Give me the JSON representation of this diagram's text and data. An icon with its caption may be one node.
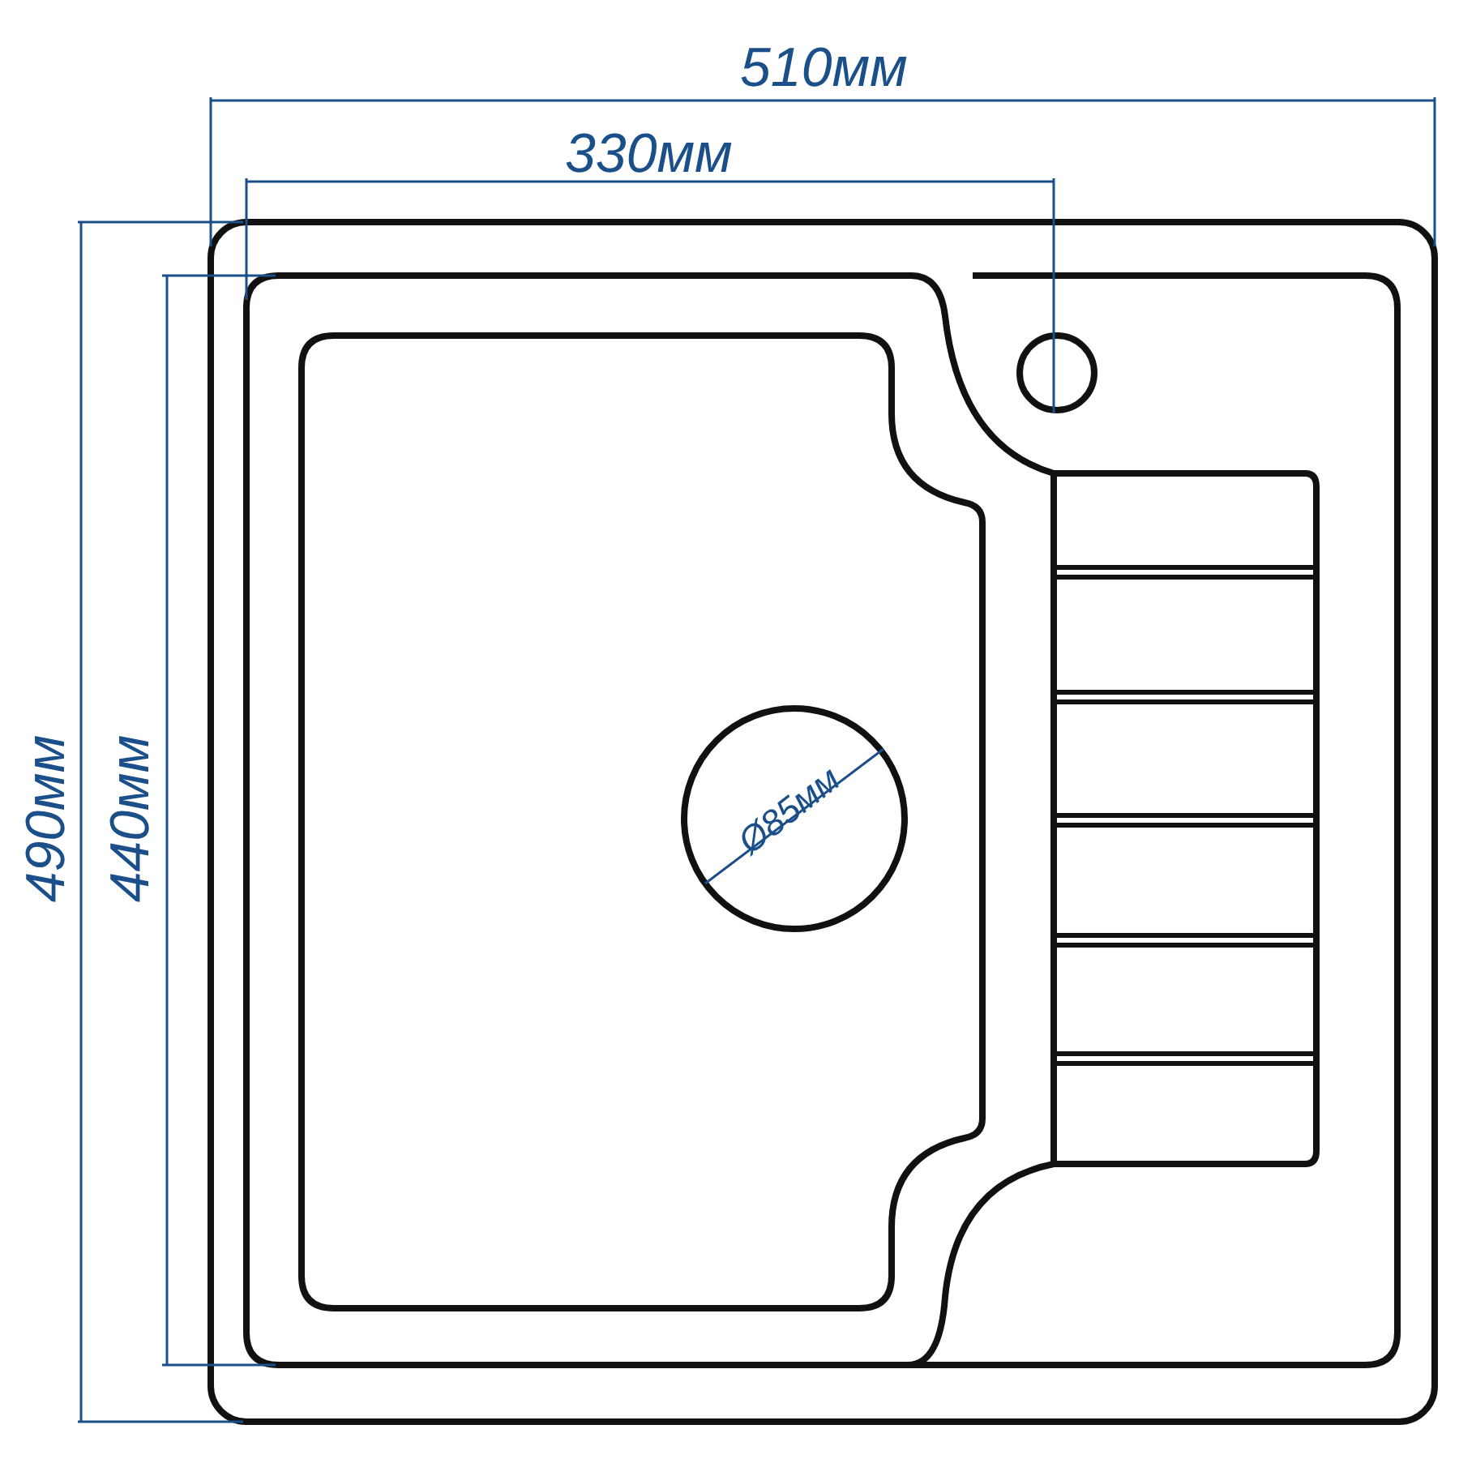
{
  "diagram": {
    "labels": [
      "510мм",
      "330мм",
      "490мм",
      "440мм",
      "Ø85мм"
    ]
  }
}
